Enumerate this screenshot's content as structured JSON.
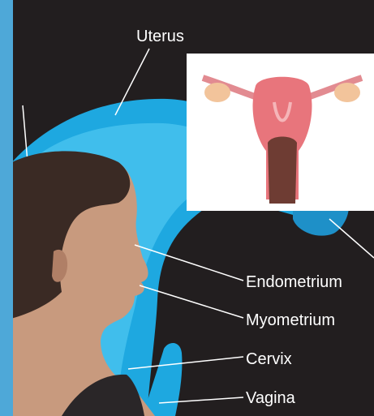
{
  "labels": {
    "uterus": "Uterus",
    "endometrium": "Endometrium",
    "myometrium": "Myometrium",
    "cervix": "Cervix",
    "vagina": "Vagina"
  },
  "colors": {
    "frame": "#4ea8d8",
    "panel": "#221e1f",
    "organ": "#1ea8e0",
    "organ_light": "#5ccff5",
    "skin": "#c89a7e",
    "hair": "#3a2a24",
    "label_text": "#ffffff"
  },
  "icons": [
    "uterus-illustration",
    "woman-profile-figure",
    "ovary-shape",
    "fallopian-tube-fimbriae"
  ]
}
